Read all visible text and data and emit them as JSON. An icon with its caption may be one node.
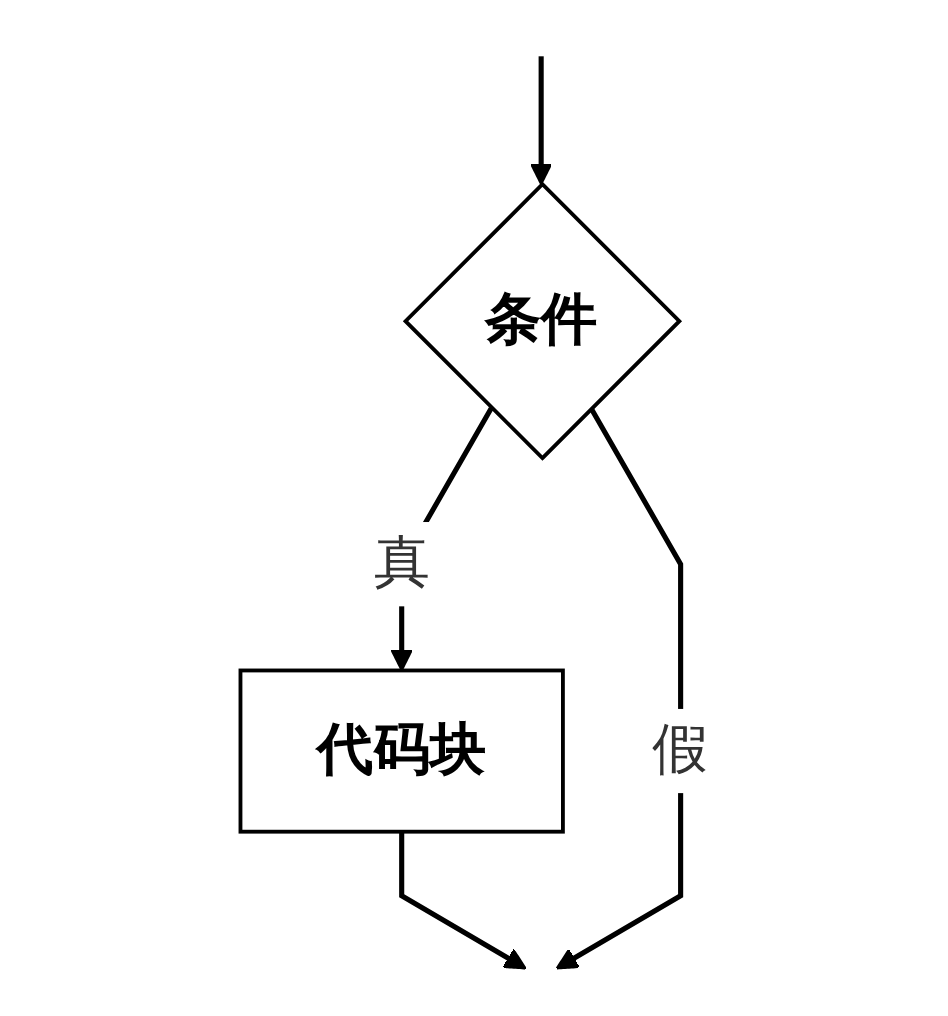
{
  "diagram": {
    "nodes": [
      {
        "text": [
          "条件"
        ]
      },
      {
        "text": [
          "代码块"
        ]
      }
    ],
    "edges": [
      {
        "from": null,
        "to": 0,
        "arrow": "to"
      },
      {
        "from": 0,
        "to": 1,
        "label": "真",
        "arrow": "to"
      },
      {
        "from": 1,
        "to": null,
        "arrow": "to"
      },
      {
        "from": 0,
        "to": null,
        "label": "假",
        "arrow": "to"
      }
    ]
  }
}
